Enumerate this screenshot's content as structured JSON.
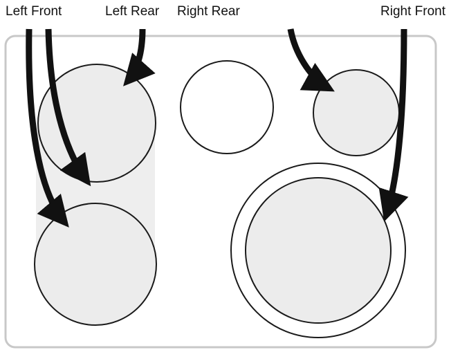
{
  "labels": {
    "left_front": "Left Front",
    "left_rear": "Left Rear",
    "right_rear": "Right Rear",
    "right_front": "Right Front"
  },
  "colors": {
    "outline": "#1a1a1a",
    "element_fill": "#ececec",
    "bridge_fill": "#eeeeee",
    "panel_border": "#c8c8c8",
    "arrow": "#111111"
  }
}
